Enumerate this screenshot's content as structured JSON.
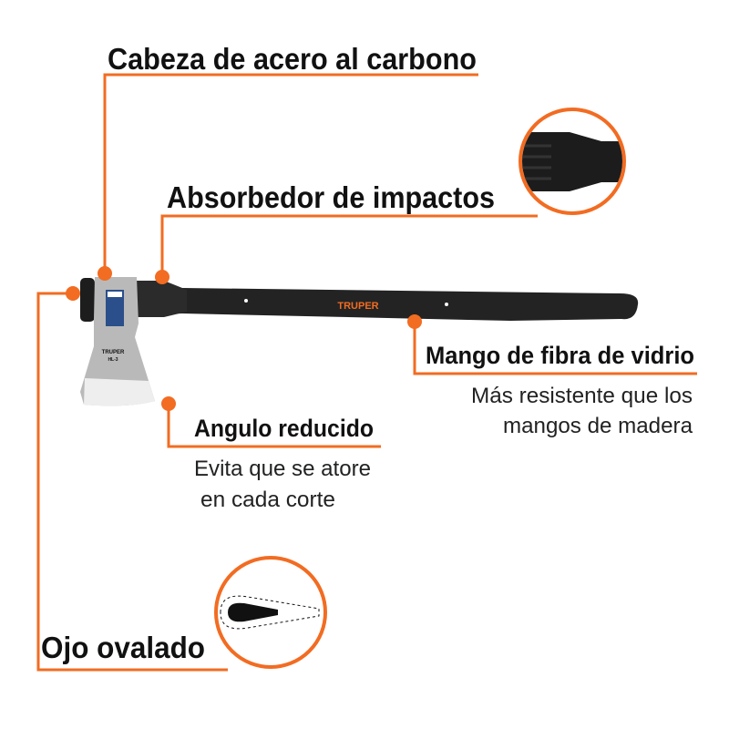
{
  "colors": {
    "accent": "#f26c22",
    "handle": "#232323",
    "head": "#b9b9b9"
  },
  "callouts": {
    "head": {
      "title": "Cabeza de acero al carbono"
    },
    "shock": {
      "title": "Absorbedor de impactos"
    },
    "handle": {
      "title": "Mango de fibra de vidrio",
      "lines": [
        "Más resistente que los",
        "mangos de madera"
      ]
    },
    "angle": {
      "title": "Angulo reducido",
      "lines": [
        "Evita que se atore",
        "en cada corte"
      ]
    },
    "eye": {
      "title": "Ojo ovalado"
    }
  },
  "product": {
    "brand": "TRUPER",
    "model": "HL-3"
  }
}
